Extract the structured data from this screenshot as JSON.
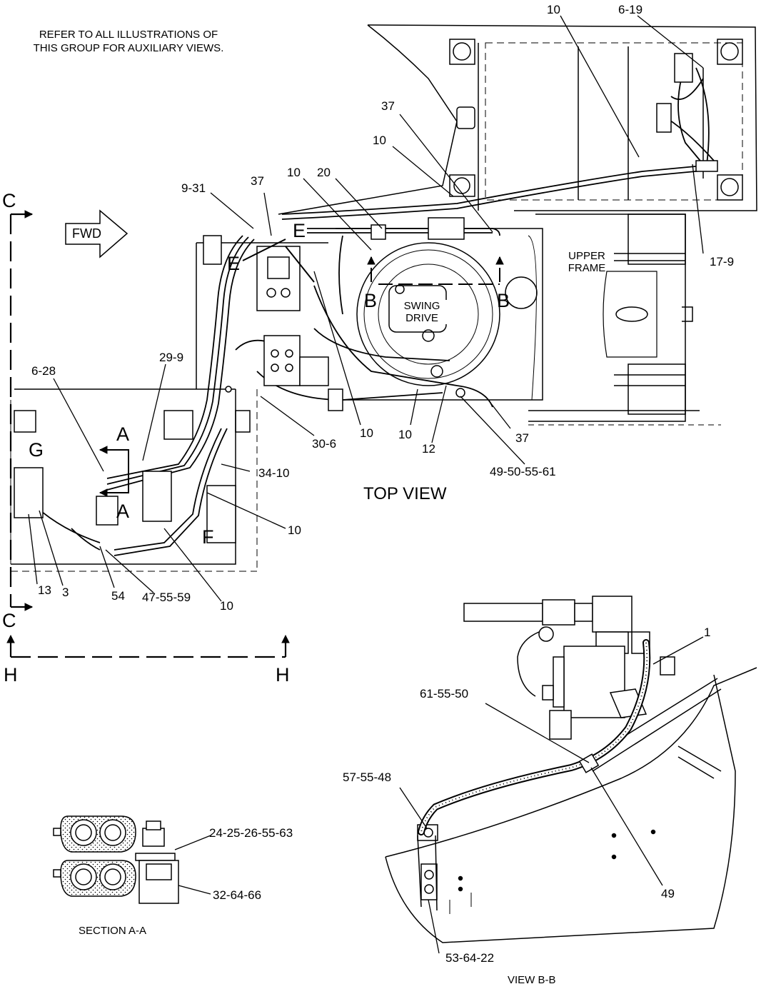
{
  "note": {
    "line1": "REFER TO ALL ILLUSTRATIONS OF",
    "line2": "THIS GROUP FOR AUXILIARY VIEWS."
  },
  "top_view": {
    "title": "TOP VIEW",
    "fwd_label": "FWD",
    "upper_frame": [
      "UPPER",
      "FRAME"
    ],
    "swing_drive": [
      "SWING",
      "DRIVE"
    ],
    "view_letters": {
      "C": "C",
      "E": "E",
      "B": "B",
      "G": "G",
      "A": "A",
      "F": "F",
      "H": "H"
    },
    "callouts": {
      "c10_top": "10",
      "c6_19": "6-19",
      "c37_a": "37",
      "c10_b": "10",
      "c10_c": "10",
      "c20": "20",
      "c9_31": "9-31",
      "c37_b": "37",
      "c17_9": "17-9",
      "c6_28": "6-28",
      "c29_9": "29-9",
      "c30_6": "30-6",
      "c10_d": "10",
      "c10_e": "10",
      "c12": "12",
      "c37_c": "37",
      "c49_50_55_61": "49-50-55-61",
      "c34_10": "34-10",
      "c10_f": "10",
      "c13": "13",
      "c3": "3",
      "c54": "54",
      "c47_55_59": "47-55-59",
      "c10_g": "10"
    }
  },
  "section_aa": {
    "title": "SECTION A-A",
    "callouts": {
      "c24": "24-25-26-55-63",
      "c32": "32-64-66"
    }
  },
  "view_bb": {
    "title": "VIEW B-B",
    "callouts": {
      "c1": "1",
      "c61": "61-55-50",
      "c57": "57-55-48",
      "c49": "49",
      "c53": "53-64-22"
    }
  }
}
